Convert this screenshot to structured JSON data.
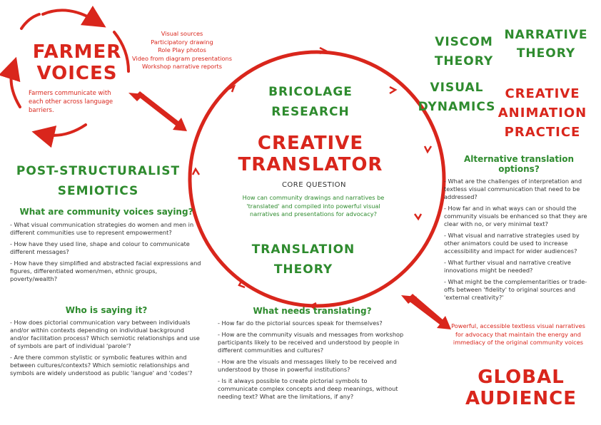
{
  "colors": {
    "red": "#d9261c",
    "green": "#2e8b2e",
    "text": "#333333"
  },
  "farmer": {
    "title_line1": "FARMER",
    "title_line2": "VOICES",
    "desc": "Farmers communicate with each other across language barriers."
  },
  "sources": [
    "Visual sources",
    "Participatory drawing",
    "Role Play photos",
    "Video from diagram presentations",
    "Workshop narrative reports"
  ],
  "theories": {
    "viscom": "VisCom Theory",
    "narrative": "Narrative Theory",
    "visual_dynamics": "Visual Dynamics",
    "creative_animation": "Creative Animation Practice",
    "bricolage": "Bricolage Research",
    "translation": "Translation Theory",
    "post_structuralist": "Post-Structuralist Semiotics"
  },
  "center": {
    "title_line1": "CREATIVE",
    "title_line2": "TRANSLATOR",
    "core_label": "CORE QUESTION",
    "core_question": "How can community drawings and narratives be 'translated' and compiled into powerful visual narratives and presentations for advocacy?"
  },
  "alternative": {
    "heading": "Alternative translation options?",
    "items": [
      "- What are the challenges of interpretation and textless visual communication that need to be addressed?",
      "- How far and in what ways can or should the community visuals be enhanced so that they are clear with no, or very minimal text?",
      "- What visual and narrative strategies used by other animators could be used to increase accessibility and impact for wider audiences?",
      "- What further visual and narrative creative innovations might be needed?",
      "- What might be the complementarities or trade-offs between 'fidelity' to original sources and 'external creativity?'"
    ]
  },
  "community": {
    "heading": "What are community voices saying?",
    "items": [
      "- What visual communication strategies do women and men in different communities use to represent empowerment?",
      "- How have they used line, shape and colour to communicate different messages?",
      "- How have they simplified and abstracted facial expressions and figures, differentiated women/men, ethnic groups, poverty/wealth?"
    ]
  },
  "who": {
    "heading": "Who is saying it?",
    "items": [
      "- How does pictorial communication vary between individuals and/or within contexts depending on individual background and/or facilitation process? Which semiotic relationships and use of symbols are part of individual 'parole'?",
      "- Are there common stylistic or symbolic features within and between cultures/contexts? Which semiotic relationships and symbols are widely understood as public 'langue' and 'codes'?"
    ]
  },
  "needs": {
    "heading": "What needs translating?",
    "items": [
      "- How far do the pictorial sources speak for themselves?",
      "- How are the community visuals and messages from workshop participants likely to be received and understood by people in different communities and cultures?",
      "- How are the visuals and messages likely to be received and understood by those in powerful institutions?",
      "- Is it always possible to create pictorial symbols to communicate complex concepts and deep meanings, without needing text? What are the limitations, if any?"
    ]
  },
  "global": {
    "desc": "Powerful, accessible textless visual narratives for advocacy that maintain the energy and immediacy of the original community voices",
    "title_line1": "GLOBAL",
    "title_line2": "AUDIENCE"
  }
}
